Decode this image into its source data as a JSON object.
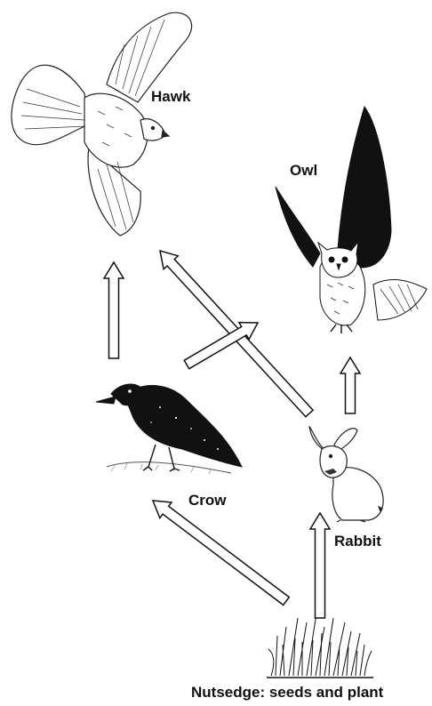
{
  "organisms": {
    "hawk": {
      "label": "Hawk",
      "icon": "hawk-icon"
    },
    "owl": {
      "label": "Owl",
      "icon": "owl-icon"
    },
    "crow": {
      "label": "Crow",
      "icon": "crow-icon"
    },
    "rabbit": {
      "label": "Rabbit",
      "icon": "rabbit-icon"
    },
    "plant": {
      "label": "Nutsedge: seeds and plant",
      "icon": "grass-icon"
    }
  },
  "arrows": [
    {
      "from": "crow",
      "to": "hawk"
    },
    {
      "from": "rabbit",
      "to": "hawk"
    },
    {
      "from": "crow",
      "to": "owl"
    },
    {
      "from": "rabbit",
      "to": "owl"
    },
    {
      "from": "plant",
      "to": "crow"
    },
    {
      "from": "plant",
      "to": "rabbit"
    }
  ],
  "colors": {
    "ink": "#111111",
    "arrow_fill": "#ffffff",
    "background": "#ffffff"
  }
}
